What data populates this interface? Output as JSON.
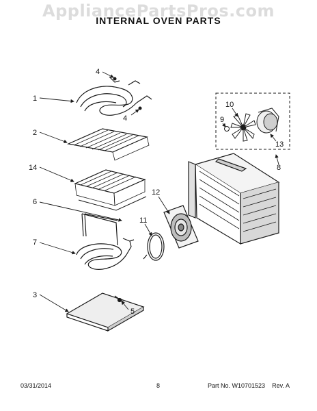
{
  "watermark": "AppliancePartsPros.com",
  "title": "INTERNAL OVEN PARTS",
  "callouts": [
    "1",
    "2",
    "3",
    "4",
    "4",
    "5",
    "6",
    "7",
    "8",
    "9",
    "10",
    "11",
    "12",
    "13",
    "14"
  ],
  "footer": {
    "date": "03/31/2014",
    "page": "8",
    "part": "Part No. W10701523",
    "rev": "Rev. A"
  },
  "colors": {
    "line": "#1a1a1a",
    "shade": "#bdbdbd",
    "watermark": "#dcdcdc"
  }
}
